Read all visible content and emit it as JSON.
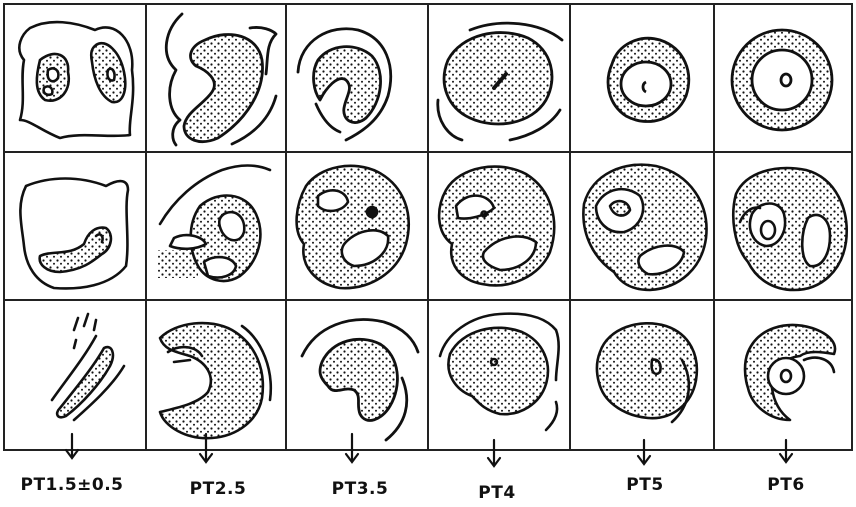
{
  "figure": {
    "columns": [
      {
        "label": "PT1.5±0.5"
      },
      {
        "label": "PT2.5"
      },
      {
        "label": "PT3.5"
      },
      {
        "label": "PT4"
      },
      {
        "label": "PT5"
      },
      {
        "label": "PT6"
      }
    ],
    "rows": 3,
    "colors": {
      "ink": "#111111",
      "background": "#ffffff",
      "grid": "#222222"
    }
  }
}
